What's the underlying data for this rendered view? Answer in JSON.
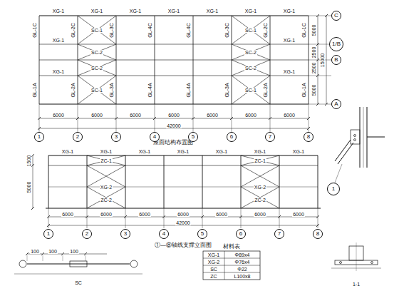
{
  "diagram": {
    "nodes": [
      {
        "text": [
          "1"
        ]
      },
      {
        "text": [
          "2"
        ]
      },
      {
        "text": [
          "3"
        ]
      },
      {
        "text": [
          "4"
        ]
      },
      {
        "text": [
          "5"
        ]
      },
      {
        "text": [
          "6"
        ]
      },
      {
        "text": [
          "7"
        ]
      },
      {
        "text": [
          "8"
        ]
      },
      {
        "text": [
          "C"
        ]
      },
      {
        "text": [
          "1/B"
        ]
      },
      {
        "text": [
          "B"
        ]
      },
      {
        "text": [
          "A"
        ]
      },
      {
        "text": [
          "1"
        ]
      },
      {
        "text": [
          "2"
        ]
      },
      {
        "text": [
          "3"
        ]
      },
      {
        "text": [
          "4"
        ]
      },
      {
        "text": [
          "5"
        ]
      },
      {
        "text": [
          "6"
        ]
      },
      {
        "text": [
          "7"
        ]
      },
      {
        "text": [
          "8"
        ]
      },
      {
        "text": [
          "1"
        ]
      }
    ],
    "labels": [
      "XG-1",
      "XG-1",
      "XG-1",
      "XG-1",
      "XG-1",
      "XG-1",
      "XG-1",
      "XG-1",
      "XG-1",
      "XG-1",
      "XG-1",
      "SC-1",
      "SC-2",
      "SC-2",
      "SC-1",
      "SC-1",
      "SC-2",
      "SC-2",
      "SC-1",
      "GL-1C",
      "GL-2C",
      "GL-3C",
      "GL-4C",
      "GL-4C",
      "GL-3C",
      "GL-2C",
      "GL-1C",
      "GL-1A",
      "GL-2A",
      "GL-3A",
      "GL-4A",
      "GL-4A",
      "GL-3A",
      "GL-2A",
      "GL-1A",
      "6000",
      "6000",
      "6000",
      "6000",
      "6000",
      "6000",
      "6000",
      "42000",
      "5000",
      "2500",
      "2500",
      "5000",
      "15000",
      "屋面结构布置图",
      "XG-1",
      "XG-1",
      "XG-1",
      "XG-1",
      "XG-1",
      "XG-1",
      "XG-1",
      "ZC-1",
      "XG-2",
      "ZC-2",
      "ZC-1",
      "XG-2",
      "ZC-2",
      "1500",
      "5000",
      "6000",
      "6000",
      "6000",
      "6000",
      "6000",
      "6000",
      "6000",
      "42000",
      "①—⑧轴线支撑立面图",
      "100",
      "100",
      "100",
      "SC",
      "材料表",
      "XG-1",
      "Φ89x4",
      "XG-2",
      "Φ76x4",
      "SC",
      "Φ22",
      "ZC",
      "L100x8",
      "1-1"
    ]
  }
}
